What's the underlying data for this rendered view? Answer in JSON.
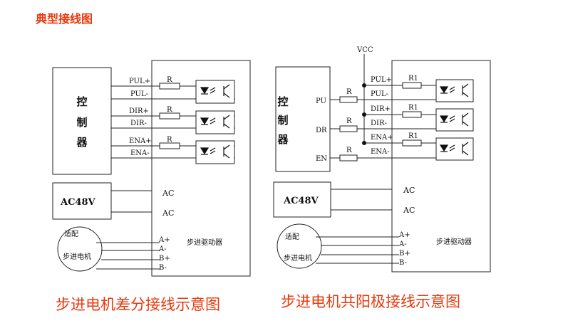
{
  "page": {
    "heading": "典型接线图"
  },
  "left_diagram": {
    "caption": "步进电机差分接线示意图",
    "controller": {
      "line1": "控",
      "line2": "制",
      "line3": "器"
    },
    "power": "AC48V",
    "motor": {
      "line1": "适配",
      "line2": "步进电机"
    },
    "driver": "步进驱动器",
    "signals": [
      "PUL+",
      "PUL-",
      "DIR+",
      "DIR-",
      "ENA+",
      "ENA-"
    ],
    "resistor": "R",
    "ac_terminals": [
      "AC",
      "AC"
    ],
    "phase_terminals": [
      "A+",
      "A-",
      "B+",
      "B-"
    ]
  },
  "right_diagram": {
    "caption": "步进电机共阳极接线示意图",
    "vcc": "VCC",
    "controller": {
      "line1": "控",
      "line2": "制",
      "line3": "器"
    },
    "controller_pins": [
      "PU",
      "DR",
      "EN"
    ],
    "power": "AC48V",
    "motor": {
      "line1": "适配",
      "line2": "步进电机"
    },
    "driver": "步进驱动器",
    "signals": [
      "PUL+",
      "PUL-",
      "DIR+",
      "DIR-",
      "ENA+",
      "ENA-"
    ],
    "resistor_outer": "R",
    "resistor_inner": "R1",
    "ac_terminals": [
      "AC",
      "AC"
    ],
    "phase_terminals": [
      "A+",
      "A-",
      "B+",
      "B-"
    ]
  }
}
